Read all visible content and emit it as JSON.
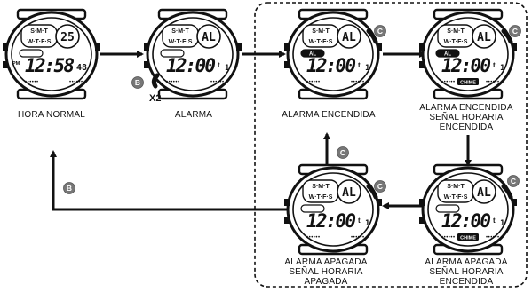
{
  "watch_labels": {
    "days_top": "S·M·T",
    "days_bottom": "W·T·F·S",
    "normal_date": "25",
    "normal_time": "12:58",
    "normal_seconds": "48",
    "pm": "PM",
    "alarm_indicator": "AL",
    "alarm_time": "12:00",
    "alarm_suffix": "t",
    "chime": "CHIME",
    "minute_mark": "1"
  },
  "buttons": {
    "b": "B",
    "c": "C"
  },
  "repeat_label": "X2",
  "captions": {
    "hora_normal": "HORA NORMAL",
    "alarma": "ALARMA",
    "alarma_encendida": "ALARMA ENCENDIDA",
    "alarma_senal_encendida": [
      "ALARMA ENCENDIDA",
      "SEÑAL HORARIA",
      "ENCENDIDA"
    ],
    "alarma_apagada_senal_encendida": [
      "ALARMA APAGADA",
      "SEÑAL HORARIA",
      "ENCENDIDA"
    ],
    "alarma_apagada_senal_apagada": [
      "ALARMA APAGADA",
      "SEÑAL HORARIA",
      "APAGADA"
    ]
  }
}
